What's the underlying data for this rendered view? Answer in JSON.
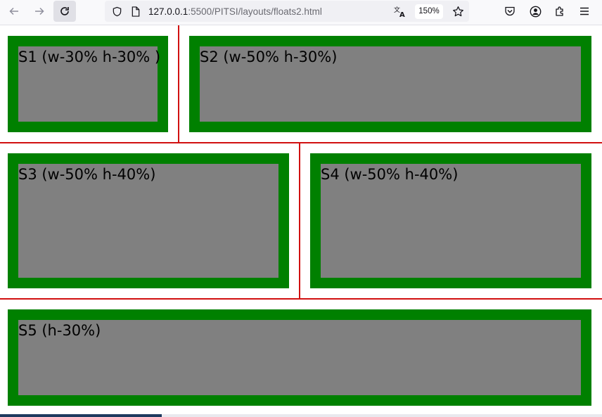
{
  "browser": {
    "url_host": "127.0.0.1",
    "url_rest": ":5500/PITSI/layouts/floats2.html",
    "zoom": "150%"
  },
  "sections": [
    {
      "id": "s1",
      "label": "S1 (w-30% h-30% )"
    },
    {
      "id": "s2",
      "label": "S2 (w-50% h-30%)"
    },
    {
      "id": "s3",
      "label": "S3 (w-50% h-40%)"
    },
    {
      "id": "s4",
      "label": "S4 (w-50% h-40%)"
    },
    {
      "id": "s5",
      "label": "S5 (h-30%)"
    }
  ],
  "colors": {
    "border": "#008000",
    "fill": "#808080",
    "divider": "#d11010"
  }
}
